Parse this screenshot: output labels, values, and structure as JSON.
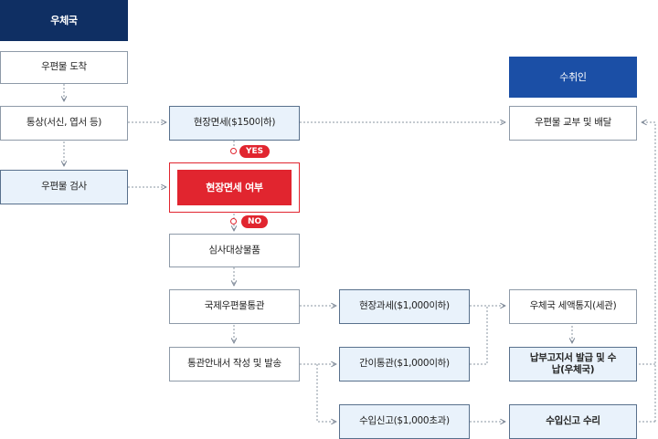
{
  "diagram": {
    "post_office_header": "우체국",
    "recipient_header": "수취인",
    "mail_arrival": "우편물 도착",
    "customs_clearance": "통상(서신, 엽서 등)",
    "mail_inspection": "우편물 검사",
    "onsite_exemption": "현장면세($150이하)",
    "exemption_check": "현장면세 여부",
    "yes_label": "YES",
    "no_label": "NO",
    "review_items": "심사대상물품",
    "intl_mail_clearance": "국제우편물통관",
    "notice_dispatch": "통관안내서 작성 및 발송",
    "onsite_tax": "현장과세($1,000이하)",
    "simple_clearance": "간이통관($1,000이하)",
    "import_declaration": "수입신고($1,000초과)",
    "delivery": "우편물 교부 및 배달",
    "tax_notice": "우체국 세액통지(세관)",
    "payment_notice": "납부고지서 발급 및 수납(우체국)",
    "import_acceptance": "수입신고 수리"
  }
}
